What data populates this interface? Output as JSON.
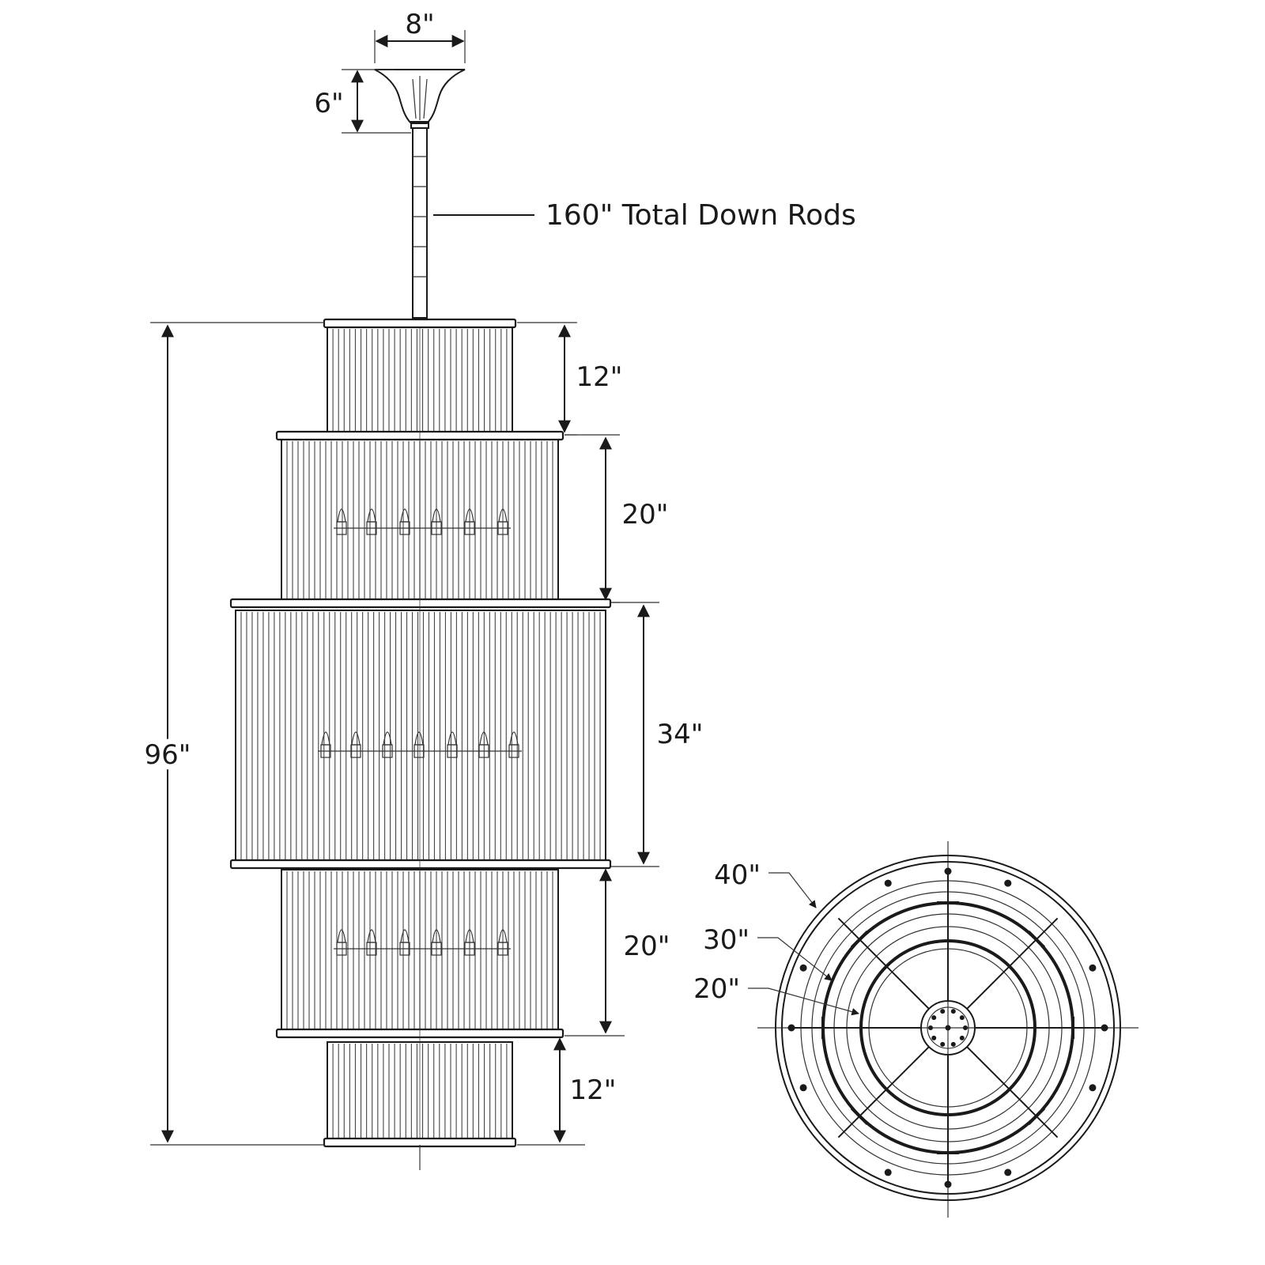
{
  "dimensions": {
    "canopy_width": "8\"",
    "canopy_height": "6\"",
    "down_rods": "160\" Total Down Rods",
    "overall_height": "96\"",
    "tier1_height": "12\"",
    "tier2_height": "20\"",
    "tier3_height": "34\"",
    "tier4_height": "20\"",
    "tier5_height": "12\""
  },
  "top_view": {
    "outer_diameter": "40\"",
    "middle_diameter": "30\"",
    "inner_diameter": "20\""
  }
}
